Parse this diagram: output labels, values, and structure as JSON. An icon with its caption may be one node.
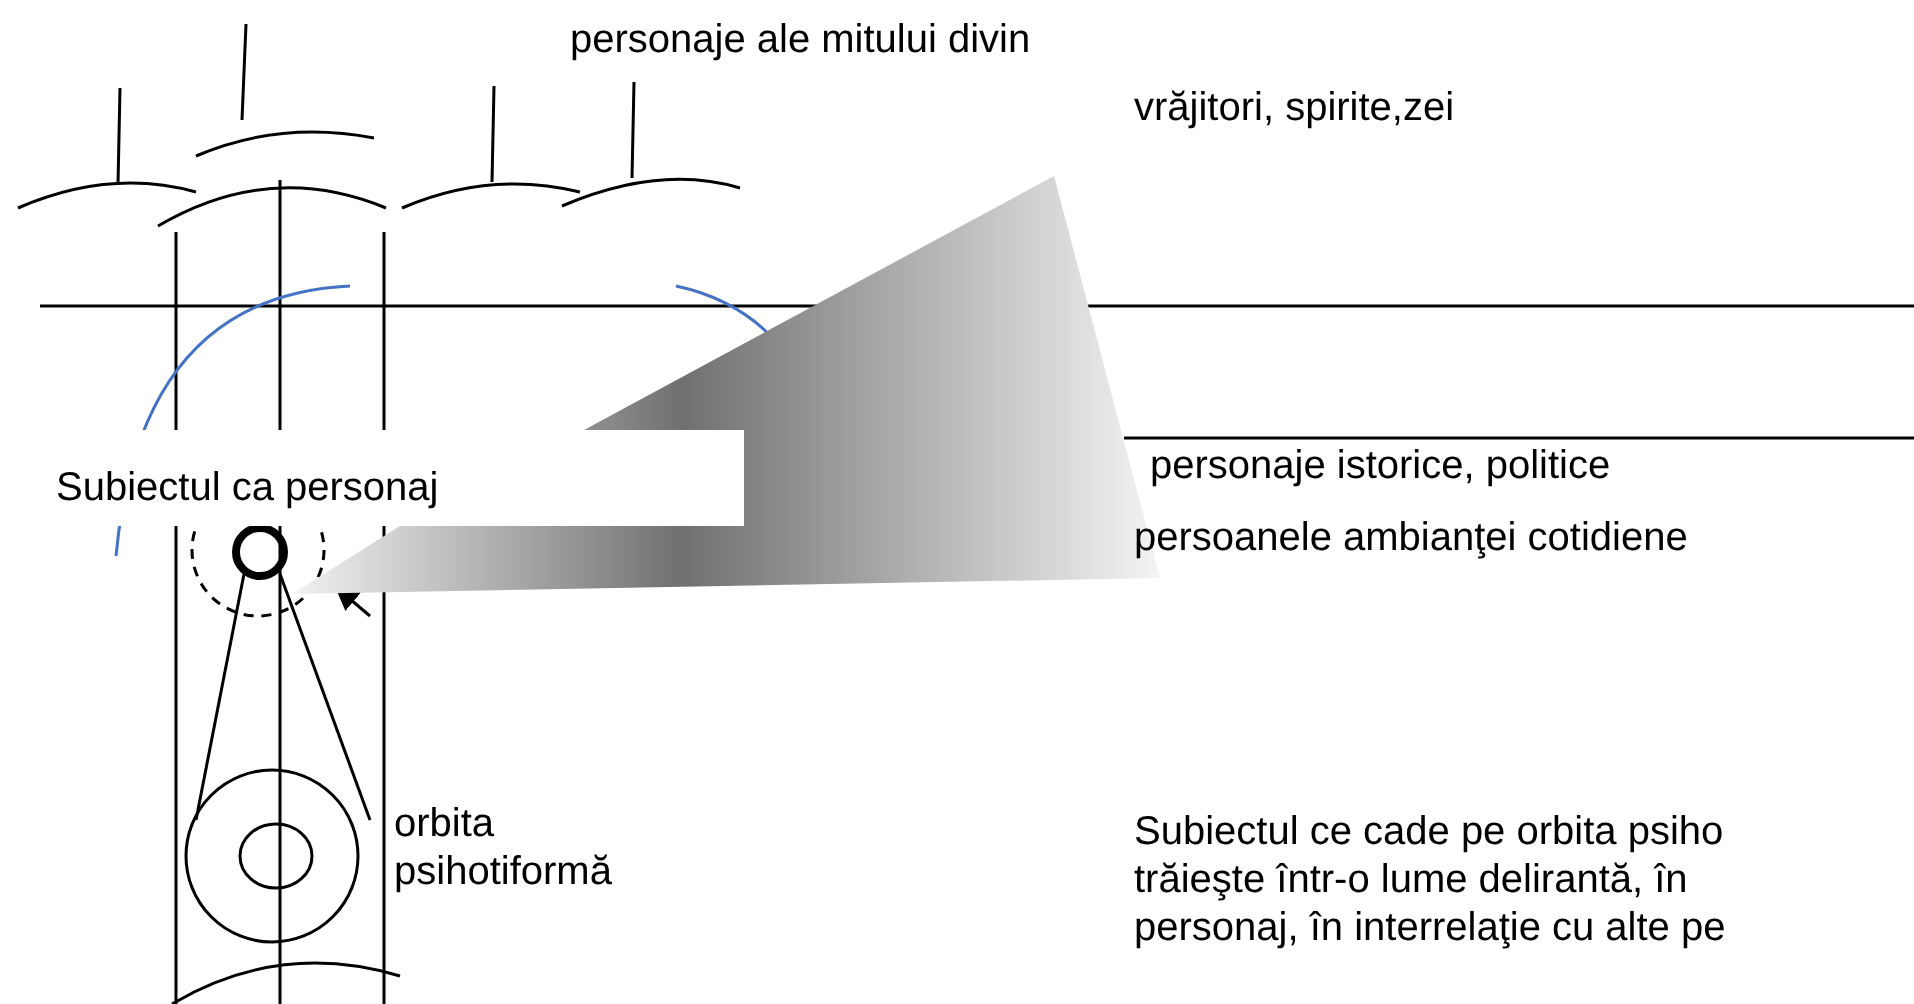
{
  "diagram": {
    "labels": [
      "personaje ale mitului divin",
      "vrăjitori, spirite,zei",
      "Subiectul ca personaj",
      "personaje istorice, politice",
      "persoanele ambianţei cotidiene",
      "orbita psihotiformă",
      "Subiectul ce cade pe orbita psiho",
      "trăieşte într-o lume delirantă, în",
      "personaj, în interrelaţie cu alte pe"
    ]
  }
}
